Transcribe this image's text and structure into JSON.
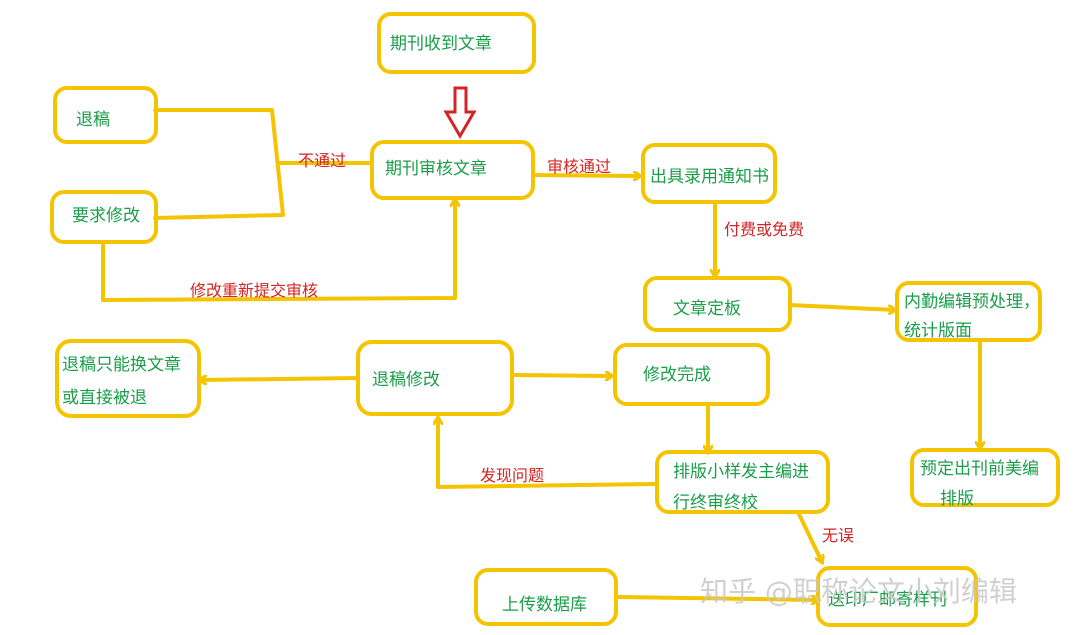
{
  "colors": {
    "box_stroke": "#f5c400",
    "node_text": "#1a9e4a",
    "edge_text": "#d42424",
    "arrow_red": "#d42424",
    "watermark": "#c8c8c8",
    "background": "#ffffff"
  },
  "nodes": {
    "receive": "期刊收到文章",
    "review": "期刊审核文章",
    "reject": "退稿",
    "revise_req": "要求修改",
    "notice": "出具录用通知书",
    "finalize": "文章定板",
    "preprocess_l1": "内勤编辑预处理，",
    "preprocess_l2": "统计版面",
    "layout_l1": "预定出刊前美编",
    "layout_l2": "排版",
    "reject_revise": "退稿修改",
    "reject_only_l1": "退稿只能换文章",
    "reject_only_l2": "或直接被退",
    "revise_done": "修改完成",
    "proof_l1": "排版小样发主编进",
    "proof_l2": "行终审终校",
    "print": "送印厂邮寄样刊",
    "upload": "上传数据库"
  },
  "edges": {
    "not_pass": "不通过",
    "pass": "审核通过",
    "pay": "付费或免费",
    "resubmit": "修改重新提交审核",
    "problem": "发现问题",
    "no_error": "无误"
  },
  "watermark": "知乎 @职称论文小刘编辑"
}
